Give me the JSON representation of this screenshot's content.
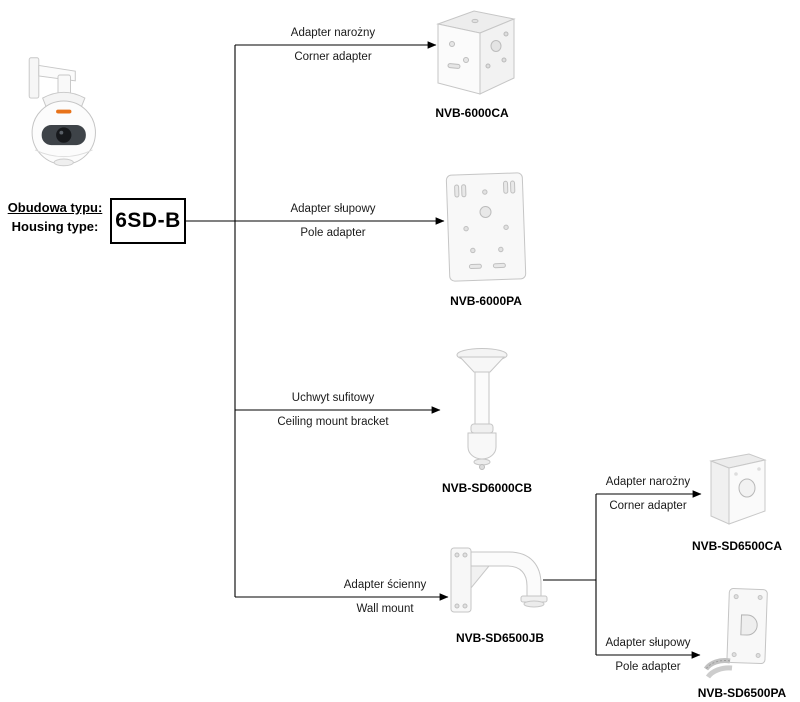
{
  "source": {
    "label_pl": "Obudowa typu:",
    "label_en": "Housing type:",
    "model": "6SD-B"
  },
  "branches": [
    {
      "label_pl": "Adapter narożny",
      "label_en": "Corner adapter",
      "product": "NVB-6000CA"
    },
    {
      "label_pl": "Adapter słupowy",
      "label_en": "Pole adapter",
      "product": "NVB-6000PA"
    },
    {
      "label_pl": "Uchwyt sufitowy",
      "label_en": "Ceiling mount bracket",
      "product": "NVB-SD6000CB"
    },
    {
      "label_pl": "Adapter ścienny",
      "label_en": "Wall mount",
      "product": "NVB-SD6500JB"
    }
  ],
  "sub_branches": [
    {
      "label_pl": "Adapter narożny",
      "label_en": "Corner adapter",
      "product": "NVB-SD6500CA"
    },
    {
      "label_pl": "Adapter słupowy",
      "label_en": "Pole adapter",
      "product": "NVB-SD6500PA"
    }
  ]
}
